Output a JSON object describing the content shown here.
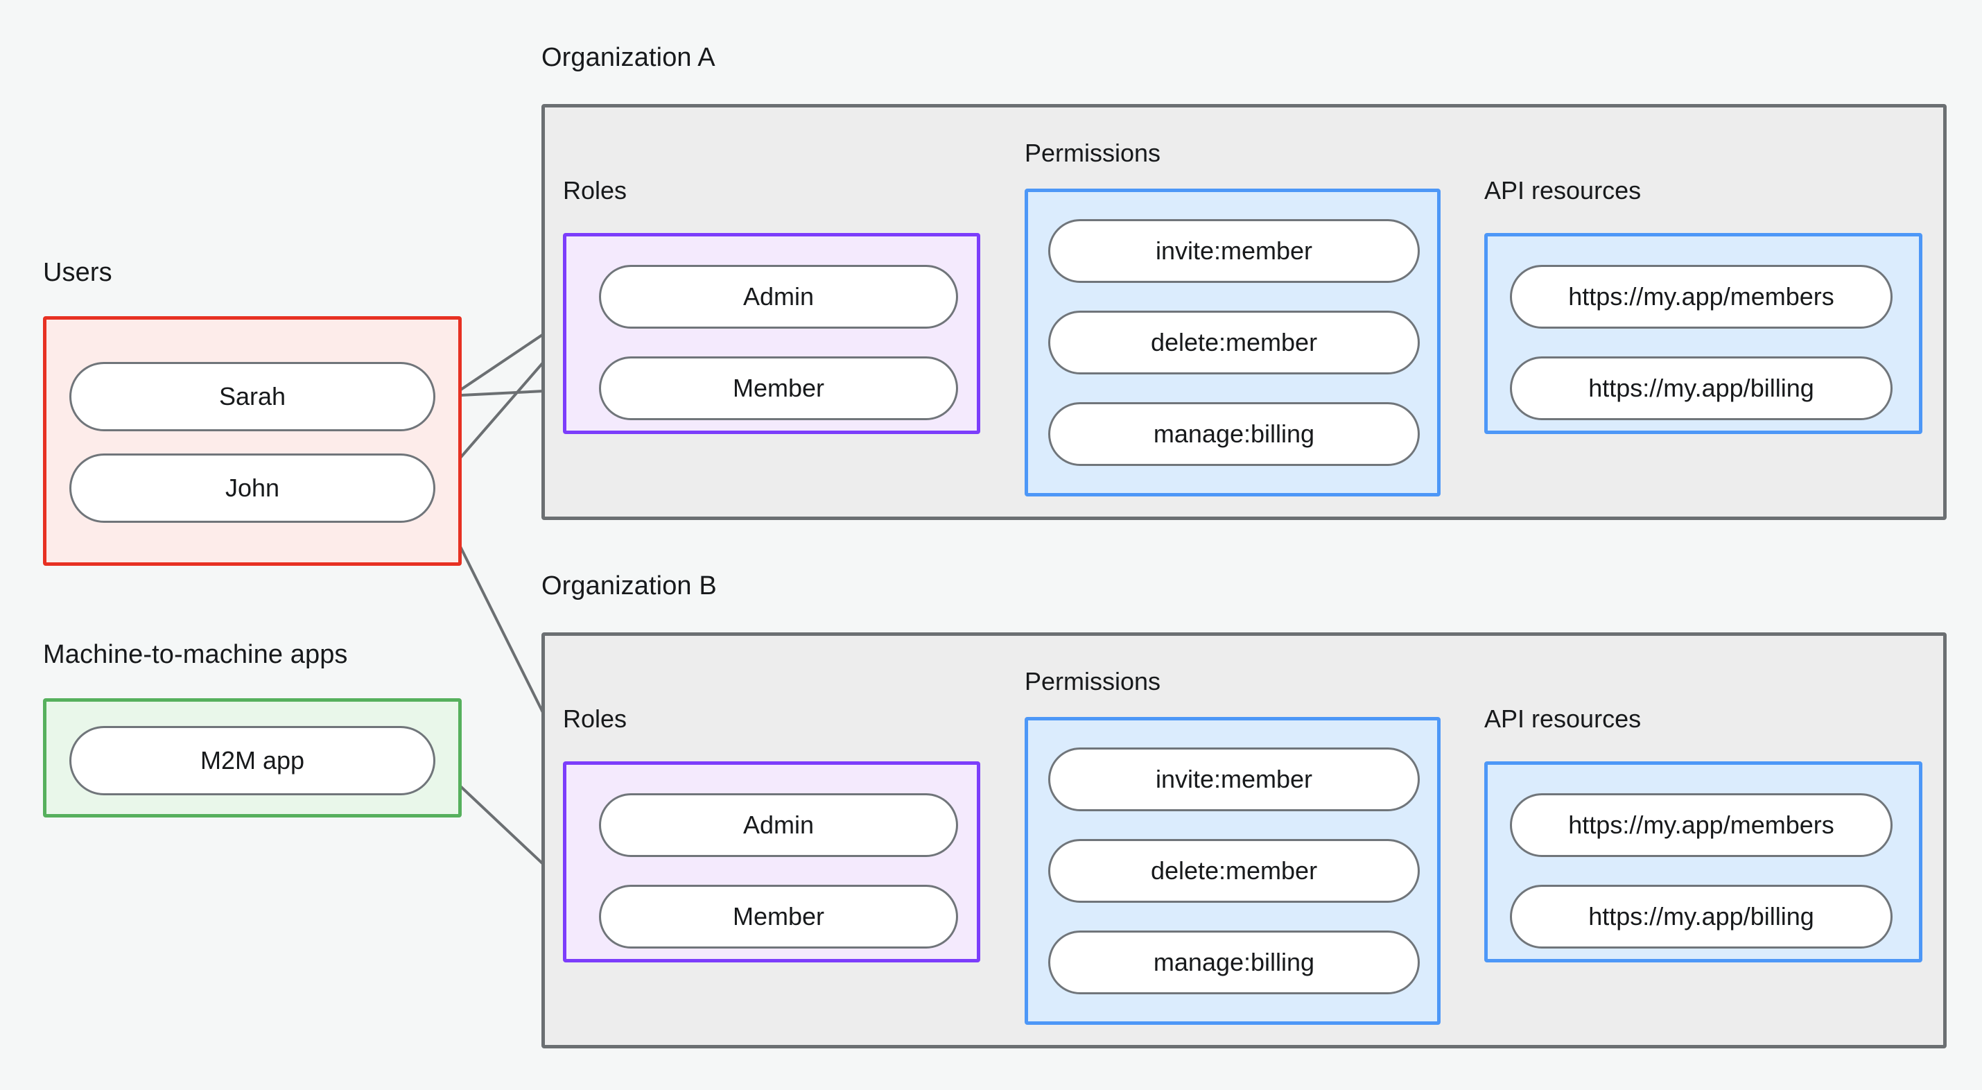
{
  "diagram": {
    "title_visible": false,
    "background_color": "#f5f7f7",
    "groups": {
      "users": {
        "label": "Users",
        "border_color": "#e73123",
        "fill_color": "#fdecea",
        "items": [
          {
            "label": "Sarah"
          },
          {
            "label": "John"
          }
        ]
      },
      "m2m": {
        "label": "Machine-to-machine apps",
        "border_color": "#56b05d",
        "fill_color": "#e9f7ea",
        "items": [
          {
            "label": "M2M app"
          }
        ]
      },
      "org_a": {
        "label": "Organization A",
        "border_color": "#6b6f72",
        "fill_color": "#ededed",
        "roles": {
          "label": "Roles",
          "border_color": "#7c3dfb",
          "fill_color": "#f4eafd",
          "items": [
            {
              "label": "Admin"
            },
            {
              "label": "Member"
            }
          ]
        },
        "permissions": {
          "label": "Permissions",
          "border_color": "#4d97f7",
          "fill_color": "#dbecfd",
          "items": [
            {
              "label": "invite:member"
            },
            {
              "label": "delete:member"
            },
            {
              "label": "manage:billing"
            }
          ]
        },
        "api_resources": {
          "label": "API resources",
          "border_color": "#4d97f7",
          "fill_color": "#dbecfd",
          "items": [
            {
              "label": "https://my.app/members"
            },
            {
              "label": "https://my.app/billing"
            }
          ]
        }
      },
      "org_b": {
        "label": "Organization B",
        "border_color": "#6b6f72",
        "fill_color": "#ededed",
        "roles": {
          "label": "Roles",
          "border_color": "#7c3dfb",
          "fill_color": "#f4eafd",
          "items": [
            {
              "label": "Admin"
            },
            {
              "label": "Member"
            }
          ]
        },
        "permissions": {
          "label": "Permissions",
          "border_color": "#4d97f7",
          "fill_color": "#dbecfd",
          "items": [
            {
              "label": "invite:member"
            },
            {
              "label": "delete:member"
            },
            {
              "label": "manage:billing"
            }
          ]
        },
        "api_resources": {
          "label": "API resources",
          "border_color": "#4d97f7",
          "fill_color": "#dbecfd",
          "items": [
            {
              "label": "https://my.app/members"
            },
            {
              "label": "https://my.app/billing"
            }
          ]
        }
      }
    },
    "edges": [
      {
        "from": "Sarah",
        "to": "Organization A / Member"
      },
      {
        "from": "Sarah",
        "to": "Organization A / Admin"
      },
      {
        "from": "John",
        "to": "Organization A / Admin"
      },
      {
        "from": "John",
        "to": "Organization B / Admin"
      },
      {
        "from": "M2M app",
        "to": "Organization B / Member"
      },
      {
        "from": "Organization A / Admin",
        "to": "Organization A / invite:member"
      },
      {
        "from": "Organization A / Admin",
        "to": "Organization A / delete:member"
      },
      {
        "from": "Organization A / Member",
        "to": "Organization A / manage:billing"
      },
      {
        "from": "Organization A / invite:member",
        "to": "Organization A / https://my.app/members"
      },
      {
        "from": "Organization A / delete:member",
        "to": "Organization A / https://my.app/members"
      },
      {
        "from": "Organization A / manage:billing",
        "to": "Organization A / https://my.app/billing"
      },
      {
        "from": "Organization B / Admin",
        "to": "Organization B / invite:member"
      },
      {
        "from": "Organization B / Admin",
        "to": "Organization B / delete:member"
      },
      {
        "from": "Organization B / Member",
        "to": "Organization B / manage:billing"
      },
      {
        "from": "Organization B / invite:member",
        "to": "Organization B / https://my.app/members"
      },
      {
        "from": "Organization B / delete:member",
        "to": "Organization B / https://my.app/members"
      },
      {
        "from": "Organization B / manage:billing",
        "to": "Organization B / https://my.app/billing"
      }
    ],
    "edge_color": "#6b6f72",
    "node_border_color": "#70757a",
    "node_fill_color": "#ffffff"
  }
}
